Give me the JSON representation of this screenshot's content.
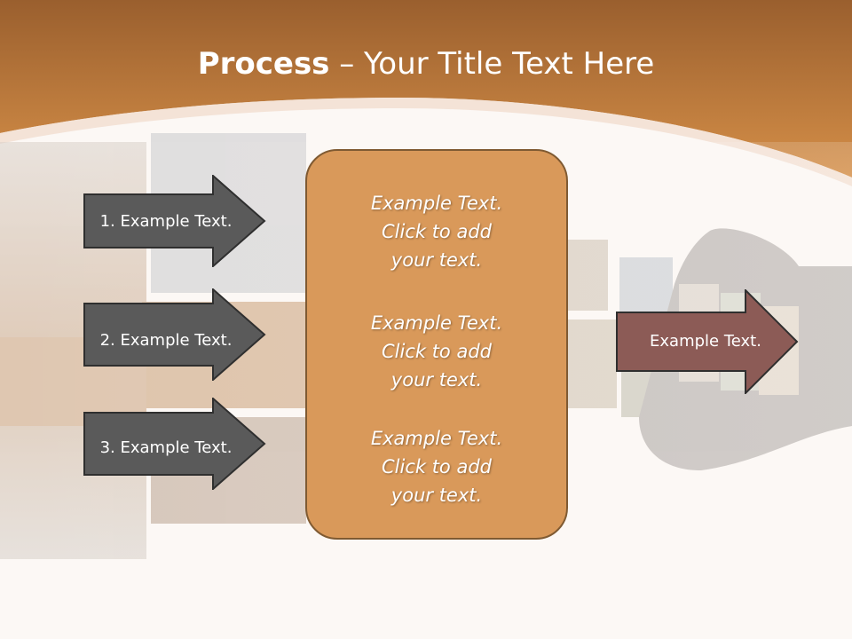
{
  "title": {
    "bold": "Process",
    "rest": " – Your Title Text Here"
  },
  "steps": [
    {
      "label": "1. Example Text."
    },
    {
      "label": "2. Example Text."
    },
    {
      "label": "3. Example Text."
    }
  ],
  "center": [
    {
      "lines": [
        "Example Text.",
        "Click  to add",
        "your text."
      ]
    },
    {
      "lines": [
        "Example Text.",
        "Click  to add",
        "your text."
      ]
    },
    {
      "lines": [
        "Example Text.",
        "Click  to add",
        "your text."
      ]
    }
  ],
  "output": {
    "label": "Example Text."
  },
  "colors": {
    "header": "#c8823e",
    "step_arrow": "#5a5a5a",
    "center_fill": "#d9995a",
    "output_arrow": "#8c5b56"
  }
}
